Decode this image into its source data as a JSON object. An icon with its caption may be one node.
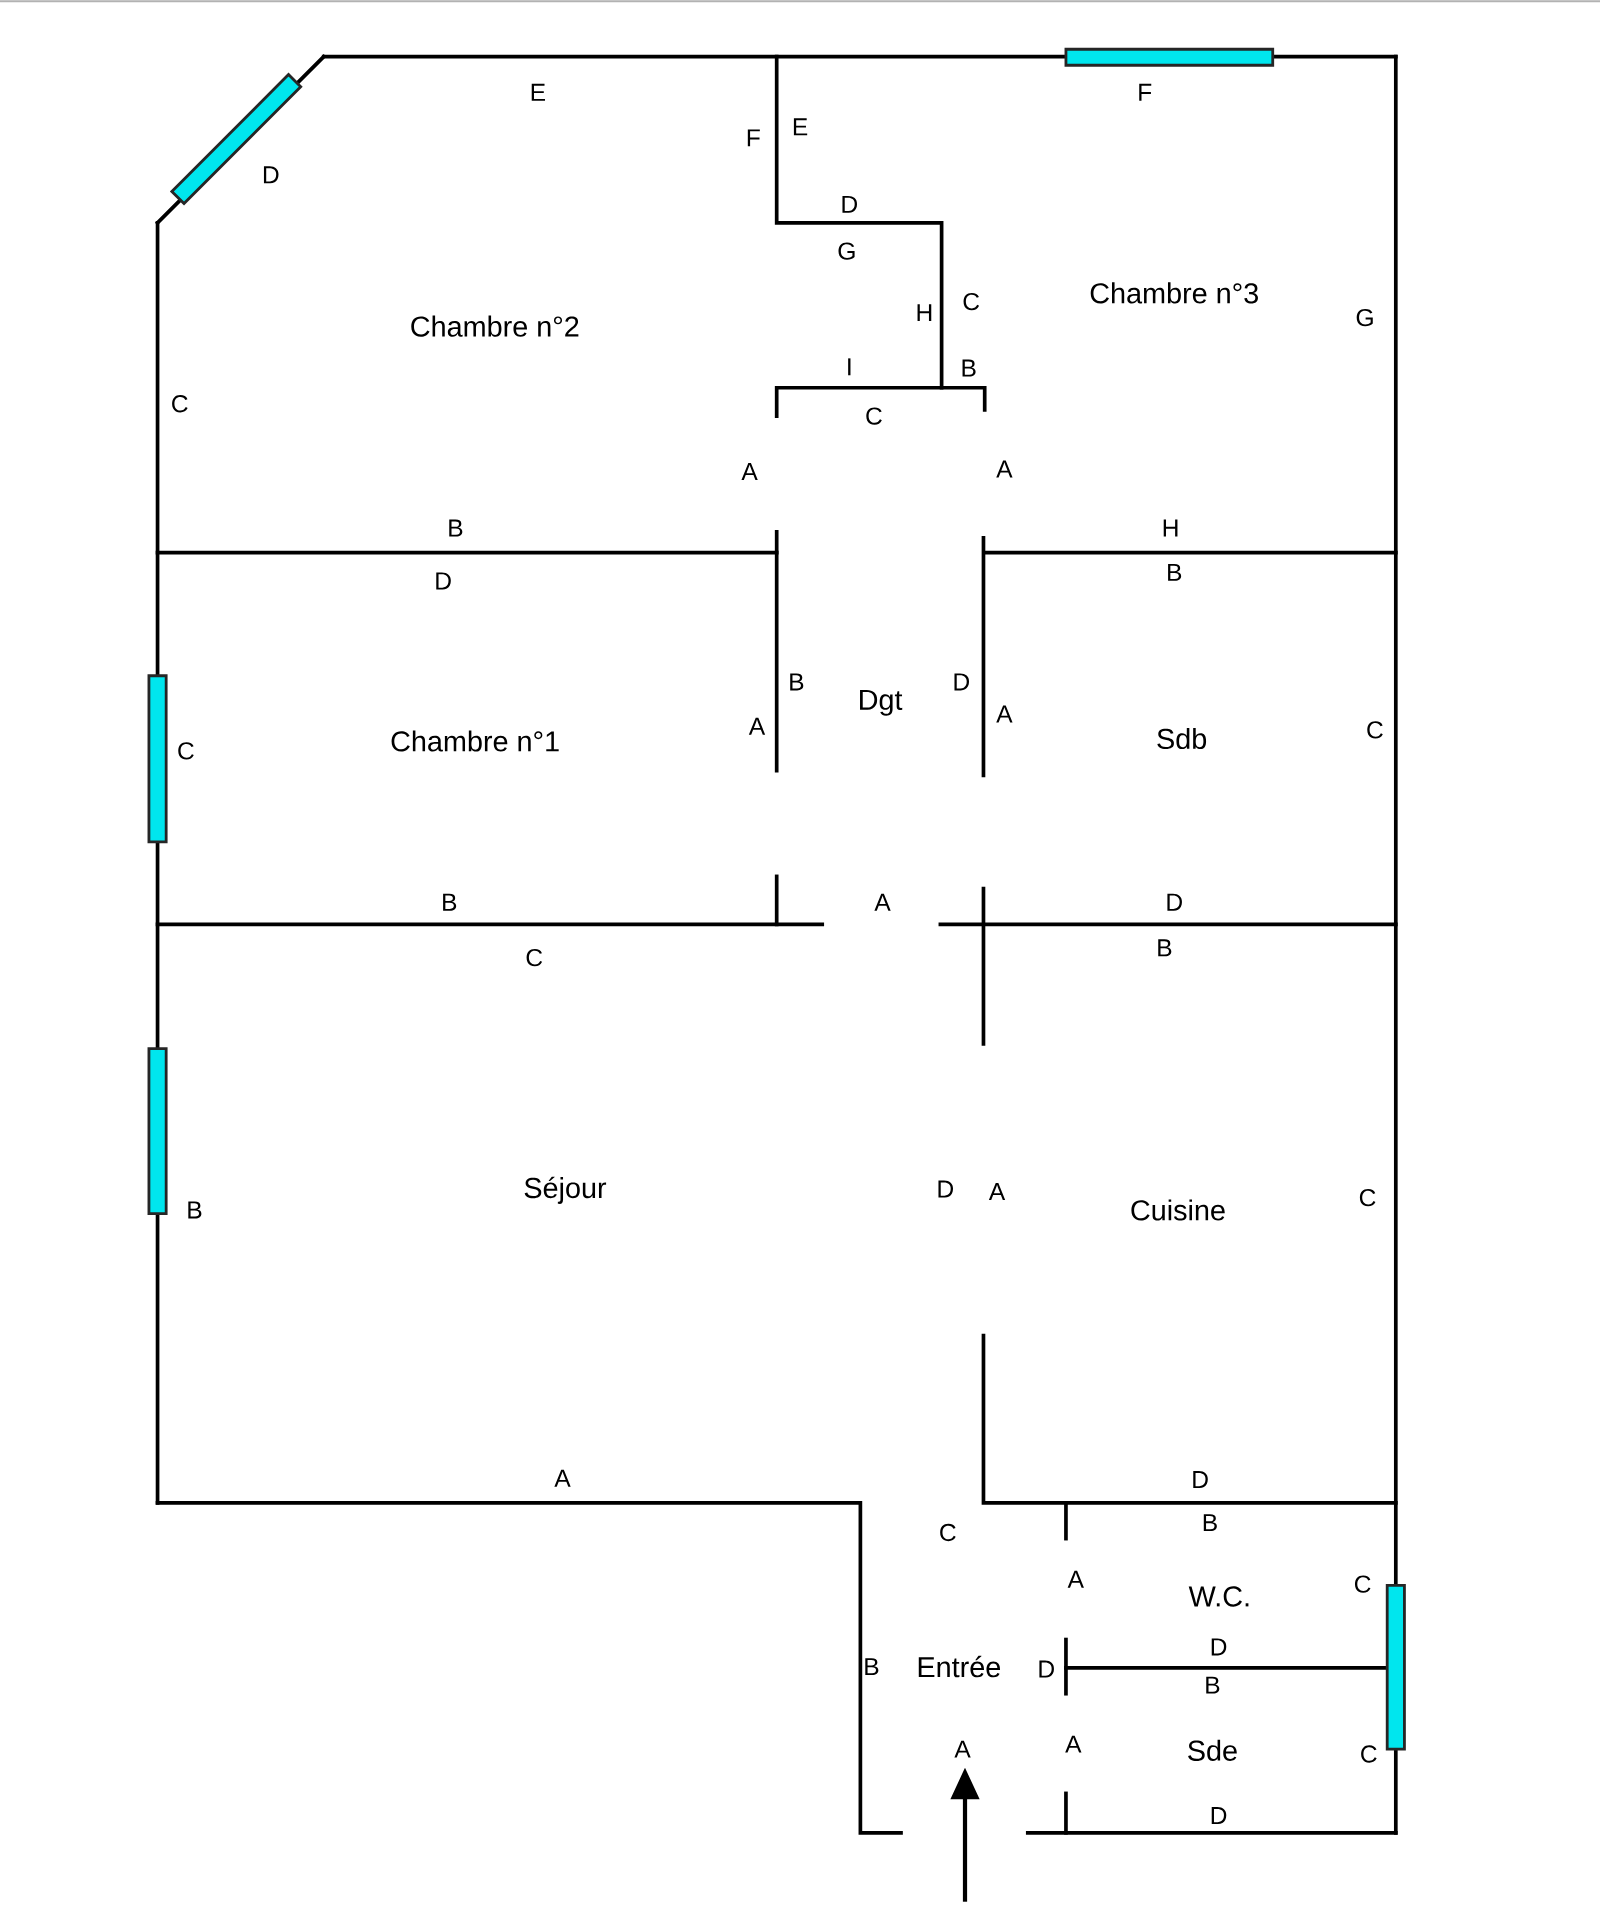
{
  "diagram": {
    "labels": [
      "E",
      "F",
      "E",
      "F",
      "D",
      "D",
      "G",
      "Chambre n°3",
      "C",
      "H",
      "G",
      "Chambre n°2",
      "I",
      "B",
      "C",
      "C",
      "A",
      "A",
      "B",
      "H",
      "B",
      "D",
      "B",
      "D",
      "Dgt",
      "A",
      "A",
      "C",
      "Sdb",
      "Chambre n°1",
      "C",
      "A",
      "B",
      "D",
      "B",
      "C",
      "D",
      "Séjour",
      "A",
      "C",
      "B",
      "Cuisine",
      "A",
      "D",
      "B",
      "C",
      "A",
      "C",
      "W.C.",
      "D",
      "B",
      "Entrée",
      "D",
      "B",
      "A",
      "A",
      "Sde",
      "C",
      "D"
    ]
  }
}
